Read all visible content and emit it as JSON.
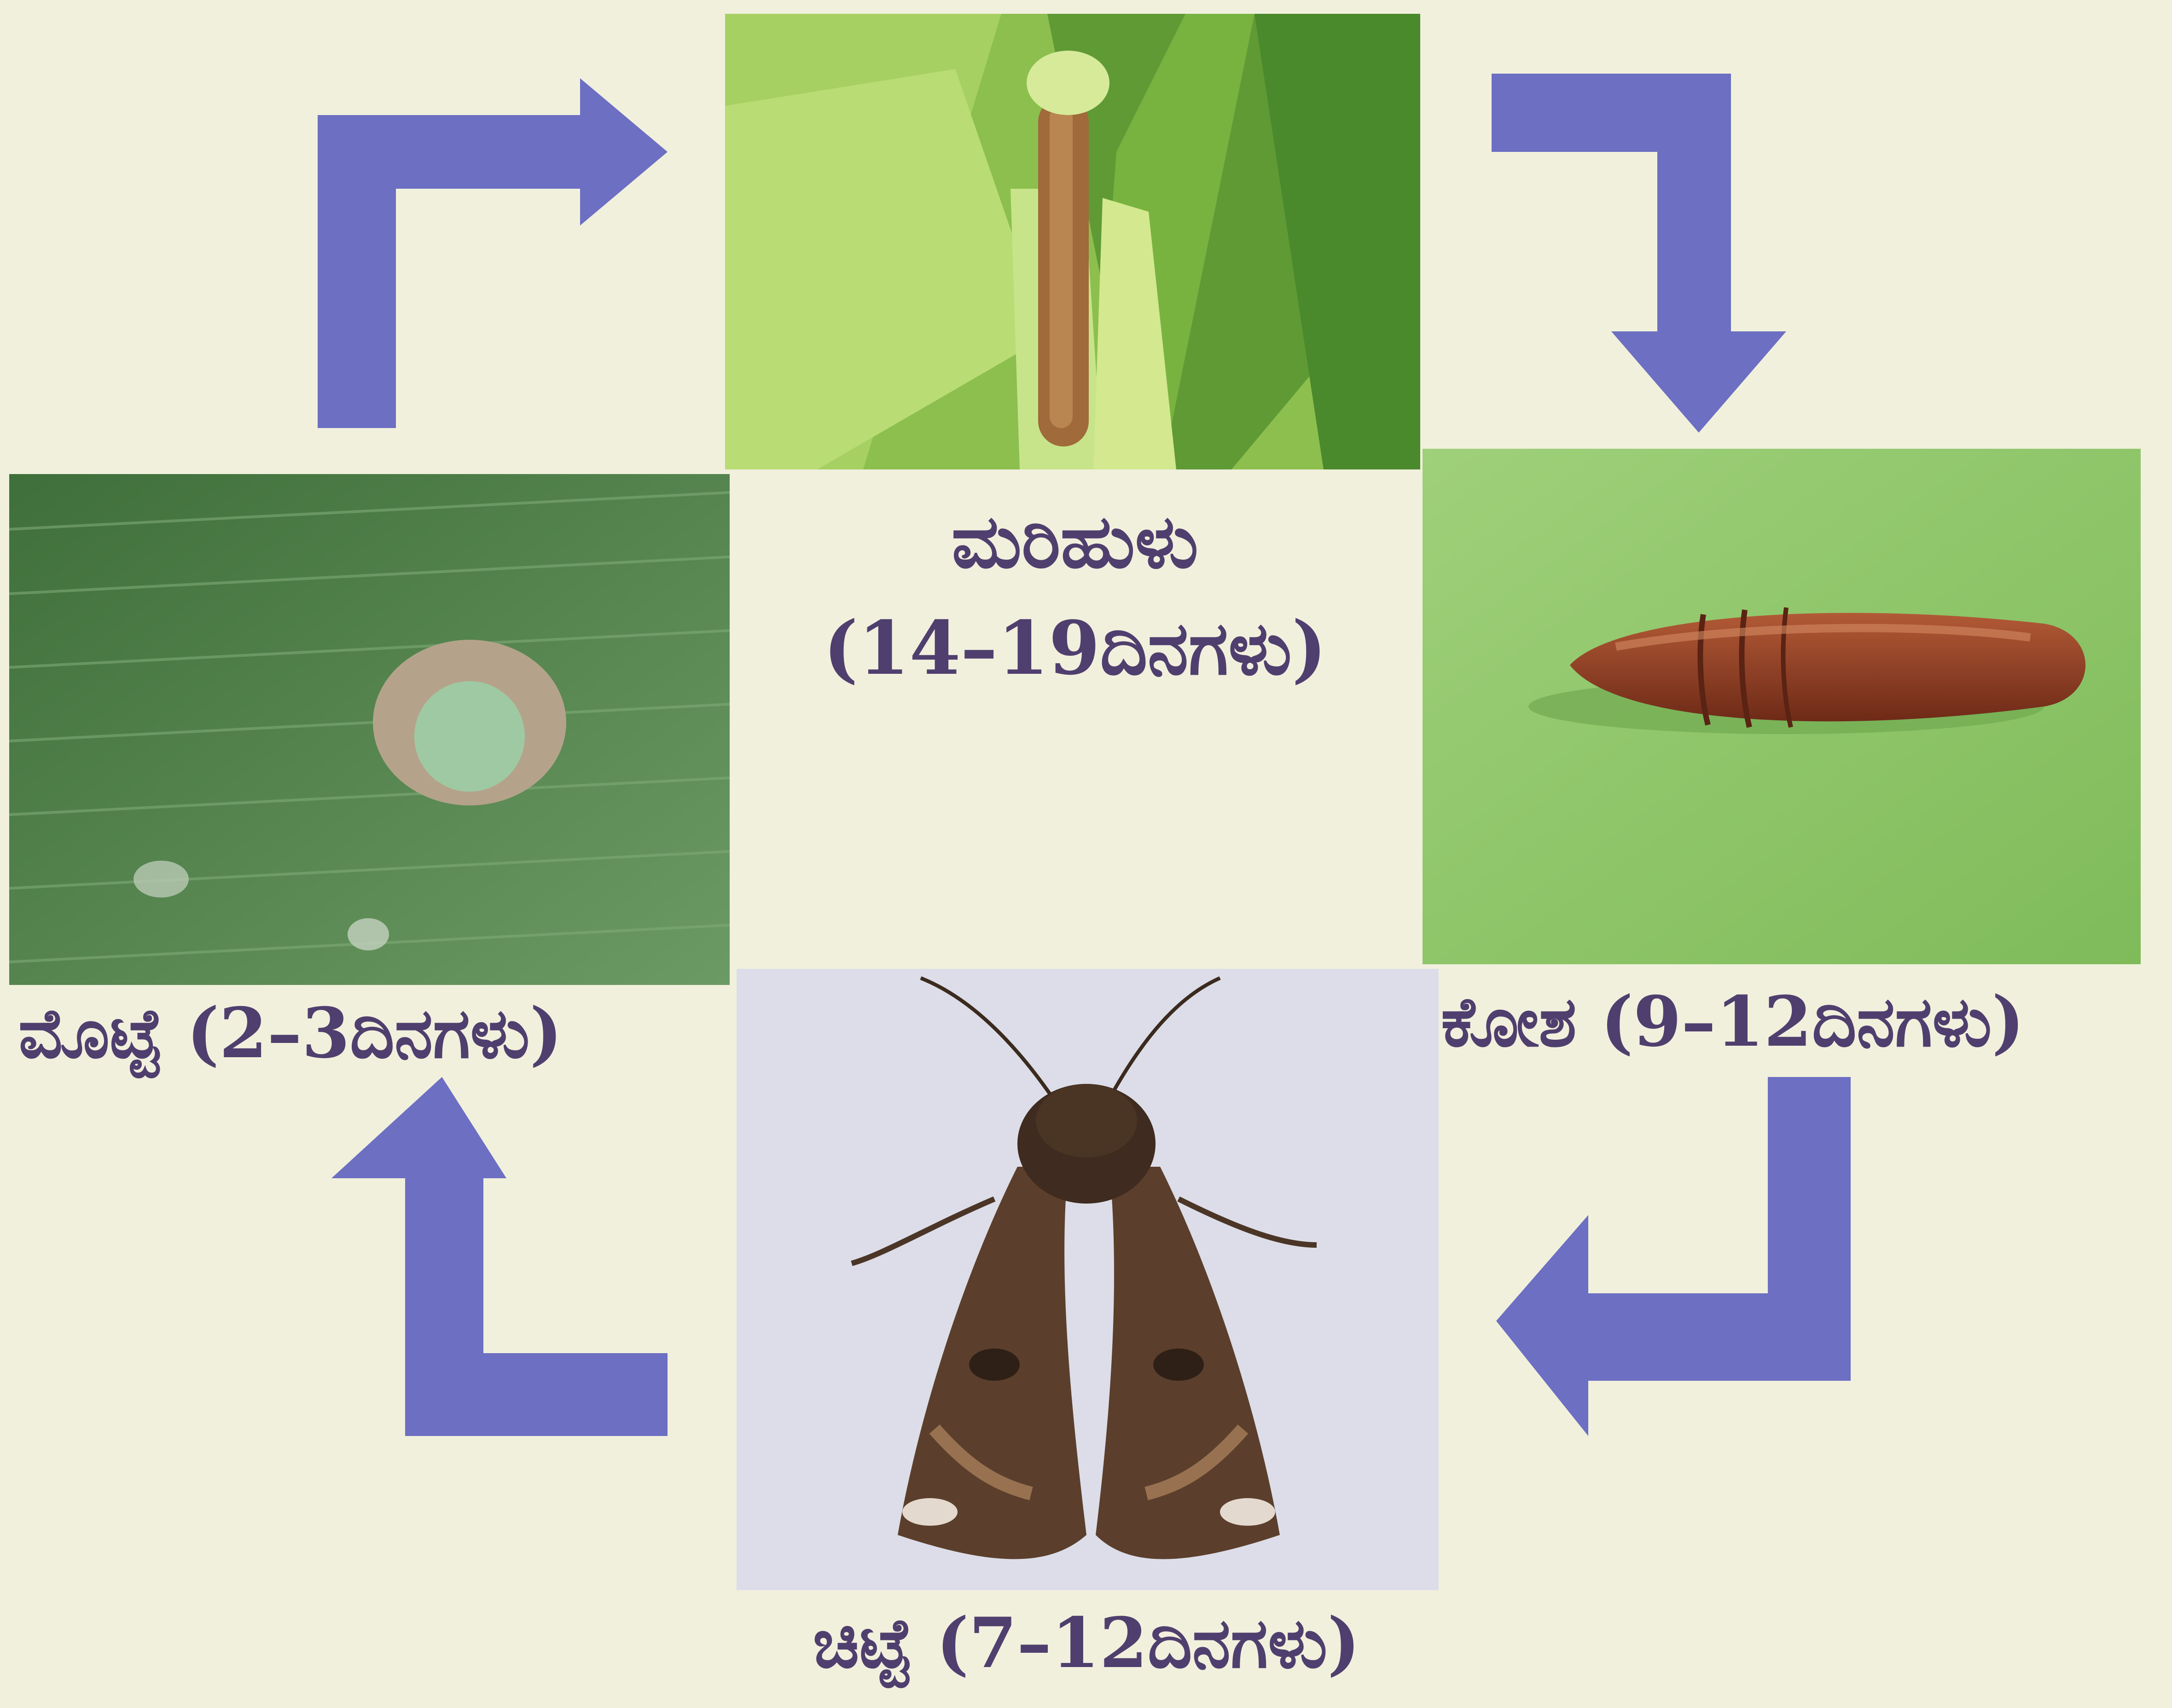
{
  "diagram": {
    "stages": [
      {
        "id": "larva",
        "line1": "ಮರಿಹುಳು",
        "line2": "(14–19ದಿನಗಳು)"
      },
      {
        "id": "pupa",
        "label": "ಕೋಶ (9–12ದಿನಗಳು)"
      },
      {
        "id": "adult",
        "label": "ಚಿಟ್ಟೆ (7–12ದಿನಗಳು)"
      },
      {
        "id": "egg",
        "label": "ಮೊಟ್ಟೆ (2–3ದಿನಗಳು)"
      }
    ],
    "colors": {
      "background": "#f1f0dd",
      "arrow": "#6c6fc2",
      "label": "#4f3f6e"
    }
  }
}
